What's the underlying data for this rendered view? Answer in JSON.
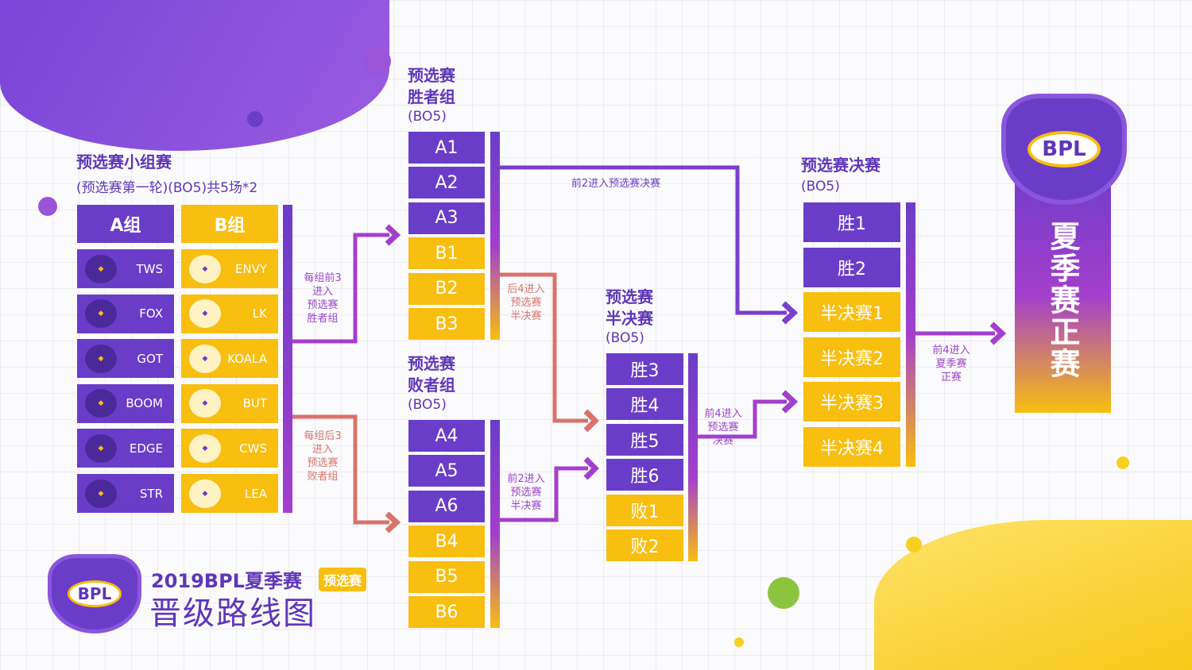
{
  "group_stage": {
    "title": "预选赛小组赛",
    "subtitle": "(预选赛第一轮)(BO5)共5场*2",
    "group_a": {
      "label": "A组",
      "teams": [
        {
          "name": "TWS",
          "logo": "tws-logo"
        },
        {
          "name": "FOX",
          "logo": "fox-logo"
        },
        {
          "name": "GOT",
          "logo": "got-logo"
        },
        {
          "name": "BOOM",
          "logo": "boom-logo"
        },
        {
          "name": "EDGE",
          "logo": "edge-logo"
        },
        {
          "name": "STR",
          "logo": "str-logo"
        }
      ]
    },
    "group_b": {
      "label": "B组",
      "teams": [
        {
          "name": "ENVY",
          "logo": "envy-logo"
        },
        {
          "name": "LK",
          "logo": "lucky-logo"
        },
        {
          "name": "KOALA",
          "logo": "koala-logo"
        },
        {
          "name": "BUT",
          "logo": "but-logo"
        },
        {
          "name": "CWS",
          "logo": "cws-logo"
        },
        {
          "name": "LEA",
          "logo": "leader-logo"
        }
      ]
    },
    "to_winners": [
      "每组前3",
      "进入",
      "预选赛",
      "胜者组"
    ],
    "to_losers": [
      "每组后3",
      "进入",
      "预选赛",
      "败者组"
    ]
  },
  "winners": {
    "title": [
      "预选赛",
      "胜者组"
    ],
    "format": "(BO5)",
    "slots": [
      "A1",
      "A2",
      "A3",
      "B1",
      "B2",
      "B3"
    ],
    "to_final": "前2进入预选赛决赛",
    "to_semi": [
      "后4进入",
      "预选赛",
      "半决赛"
    ]
  },
  "losers": {
    "title": [
      "预选赛",
      "败者组"
    ],
    "format": "(BO5)",
    "slots": [
      "A4",
      "A5",
      "A6",
      "B4",
      "B5",
      "B6"
    ],
    "to_semi": [
      "前2进入",
      "预选赛",
      "半决赛"
    ]
  },
  "semi": {
    "title": [
      "预选赛",
      "半决赛"
    ],
    "format": "(BO5)",
    "slots": [
      "胜3",
      "胜4",
      "胜5",
      "胜6",
      "败1",
      "败2"
    ],
    "to_final": [
      "前4进入",
      "预选赛",
      "决赛"
    ]
  },
  "final": {
    "title": "预选赛决赛",
    "format": "(BO5)",
    "slots": [
      "胜1",
      "胜2",
      "半决赛1",
      "半决赛2",
      "半决赛3",
      "半决赛4"
    ],
    "to_main": [
      "前4进入",
      "夏季赛",
      "正赛"
    ]
  },
  "main_event": {
    "label": "夏季赛正赛",
    "logo_text": "BPL"
  },
  "footer": {
    "logo_text": "BPL",
    "title": "2019BPL夏季赛",
    "badge": "预选赛",
    "subtitle": "晋级路线图"
  },
  "colors": {
    "purple": "#6a3dc8",
    "yellow": "#f8be10",
    "salmon": "#d9736c",
    "magenta": "#a43fcc"
  }
}
